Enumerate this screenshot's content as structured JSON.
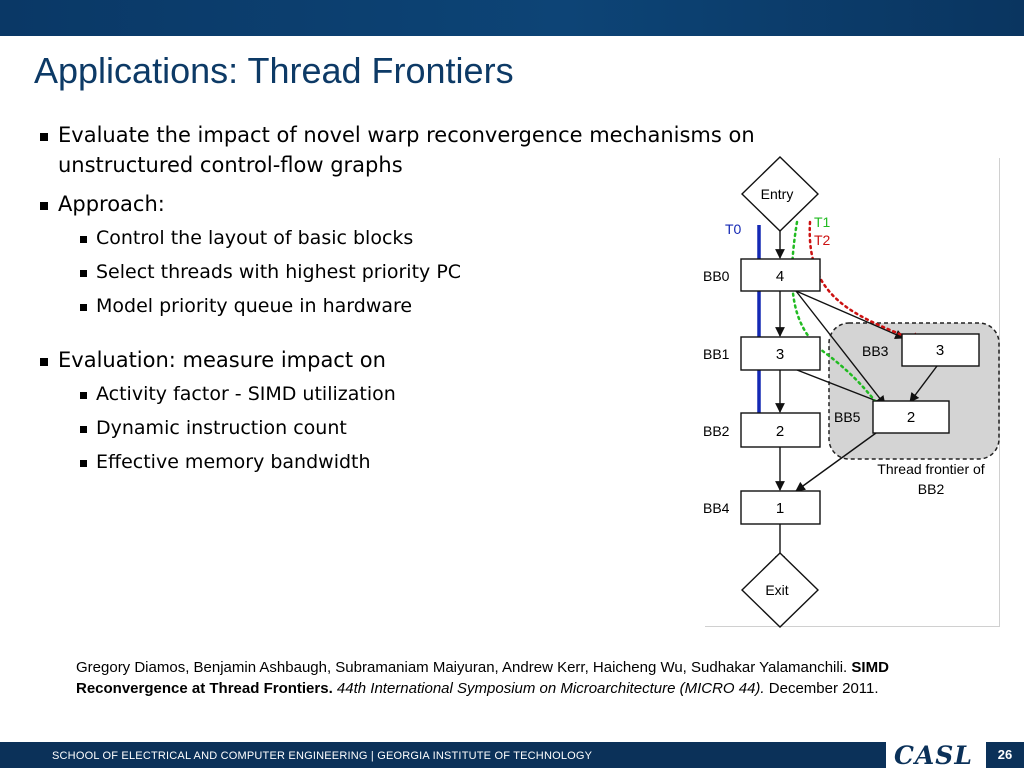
{
  "slide": {
    "title": "Applications: Thread Frontiers",
    "bullets": {
      "b1": "Evaluate the impact of novel warp reconvergence mechanisms on unstructured control-flow graphs",
      "b2": "Approach:",
      "b2_items": [
        "Control the layout of basic blocks",
        "Select threads with highest priority PC",
        "Model priority queue in hardware"
      ],
      "b3": "Evaluation: measure impact on",
      "b3_items": [
        "Activity factor - SIMD utilization",
        "Dynamic instruction count",
        "Effective memory bandwidth"
      ]
    }
  },
  "diagram": {
    "entry_label": "Entry",
    "exit_label": "Exit",
    "blocks": [
      {
        "name": "BB0",
        "value": "4"
      },
      {
        "name": "BB1",
        "value": "3"
      },
      {
        "name": "BB2",
        "value": "2"
      },
      {
        "name": "BB4",
        "value": "1"
      },
      {
        "name": "BB3",
        "value": "3"
      },
      {
        "name": "BB5",
        "value": "2"
      }
    ],
    "threads": [
      {
        "label": "T0",
        "color": "#1428b4"
      },
      {
        "label": "T1",
        "color": "#22bb22"
      },
      {
        "label": "T2",
        "color": "#cc1111"
      }
    ],
    "frontier_label_1": "Thread frontier of",
    "frontier_label_2": "BB2"
  },
  "citation": {
    "authors": "Gregory Diamos, Benjamin Ashbaugh, Subramaniam Maiyuran, Andrew Kerr, Haicheng Wu, Sudhakar Yalamanchili.",
    "paper_title": "SIMD Reconvergence at Thread Frontiers.",
    "venue": "44th International Symposium on Microarchitecture (MICRO 44).",
    "date": "December 2011."
  },
  "footer": {
    "school": "SCHOOL OF ELECTRICAL AND COMPUTER ENGINEERING | GEORGIA INSTITUTE OF TECHNOLOGY",
    "logo": "CASL",
    "page_number": "26"
  },
  "colors": {
    "title": "#0d3a66",
    "bar": "#0b3159",
    "frontier_fill": "#d4d4d4"
  }
}
